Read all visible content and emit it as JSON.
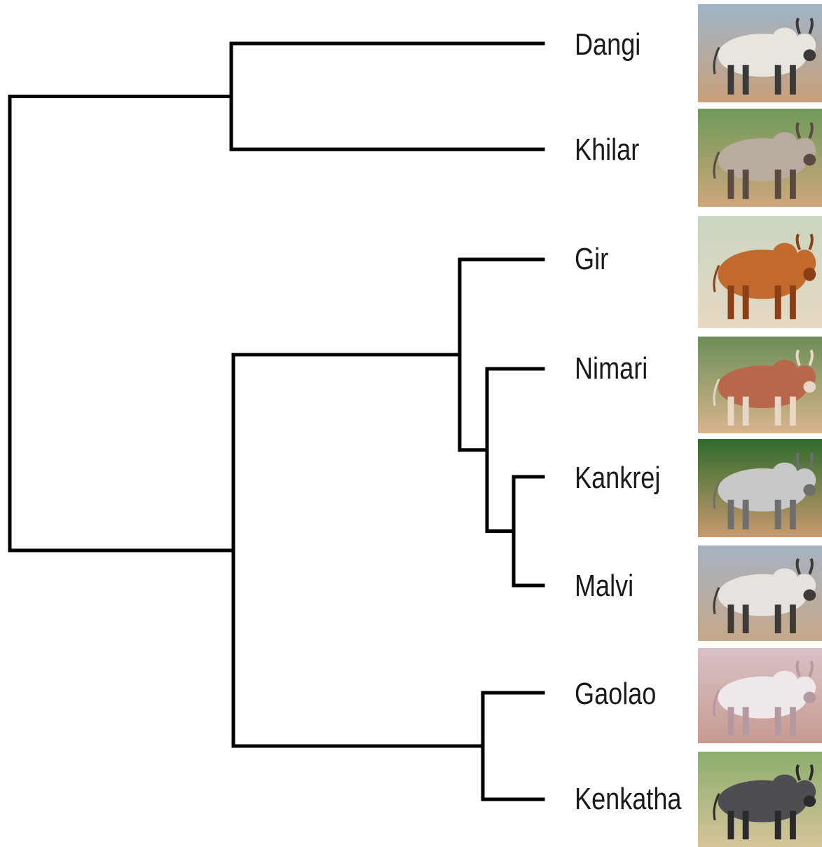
{
  "leaves": [
    {
      "label": "Dangi",
      "photo": "white-grey-spotted-bull-photo",
      "bg_top": "#9fb4c8",
      "bg_bottom": "#c9a07a",
      "body": "#e8e4de",
      "accent": "#3a3a3a"
    },
    {
      "label": "Khilar",
      "photo": "grey-white-bull-photo",
      "bg_top": "#6f9a5a",
      "bg_bottom": "#cfa67c",
      "body": "#b8aca0",
      "accent": "#5a4a42"
    },
    {
      "label": "Gir",
      "photo": "red-brown-bull-photo",
      "bg_top": "#c9d6c0",
      "bg_bottom": "#e7d9c3",
      "body": "#c26a2e",
      "accent": "#8a3f16"
    },
    {
      "label": "Nimari",
      "photo": "red-white-spotted-bull-photo",
      "bg_top": "#6c8e56",
      "bg_bottom": "#d9b48e",
      "body": "#b8674a",
      "accent": "#e8d6c6"
    },
    {
      "label": "Kankrej",
      "photo": "silver-grey-bull-photo",
      "bg_top": "#2f6a2c",
      "bg_bottom": "#c99a6e",
      "body": "#c8c8c8",
      "accent": "#6e6e6e"
    },
    {
      "label": "Malvi",
      "photo": "white-grey-bull-photo",
      "bg_top": "#a6b2c2",
      "bg_bottom": "#c6a889",
      "body": "#e6e2de",
      "accent": "#3e3a38"
    },
    {
      "label": "Gaolao",
      "photo": "pale-white-bull-photo",
      "bg_top": "#d8c2c6",
      "bg_bottom": "#c79a90",
      "body": "#efe8ea",
      "accent": "#b49aa0"
    },
    {
      "label": "Kenkatha",
      "photo": "dark-grey-bull-photo",
      "bg_top": "#8cae6e",
      "bg_bottom": "#d6c49a",
      "body": "#4e4e52",
      "accent": "#2a2a2c"
    }
  ],
  "tree": {
    "children": [
      {
        "children": [
          {
            "leaf": 0
          },
          {
            "leaf": 1
          }
        ]
      },
      {
        "children": [
          {
            "children": [
              {
                "leaf": 2
              },
              {
                "children": [
                  {
                    "leaf": 3
                  },
                  {
                    "children": [
                      {
                        "leaf": 4
                      },
                      {
                        "leaf": 5
                      }
                    ]
                  }
                ]
              }
            ]
          },
          {
            "children": [
              {
                "leaf": 6
              },
              {
                "leaf": 7
              }
            ]
          }
        ]
      }
    ]
  },
  "colors": {
    "branch": "#000000",
    "label": "#1a1a1a"
  }
}
